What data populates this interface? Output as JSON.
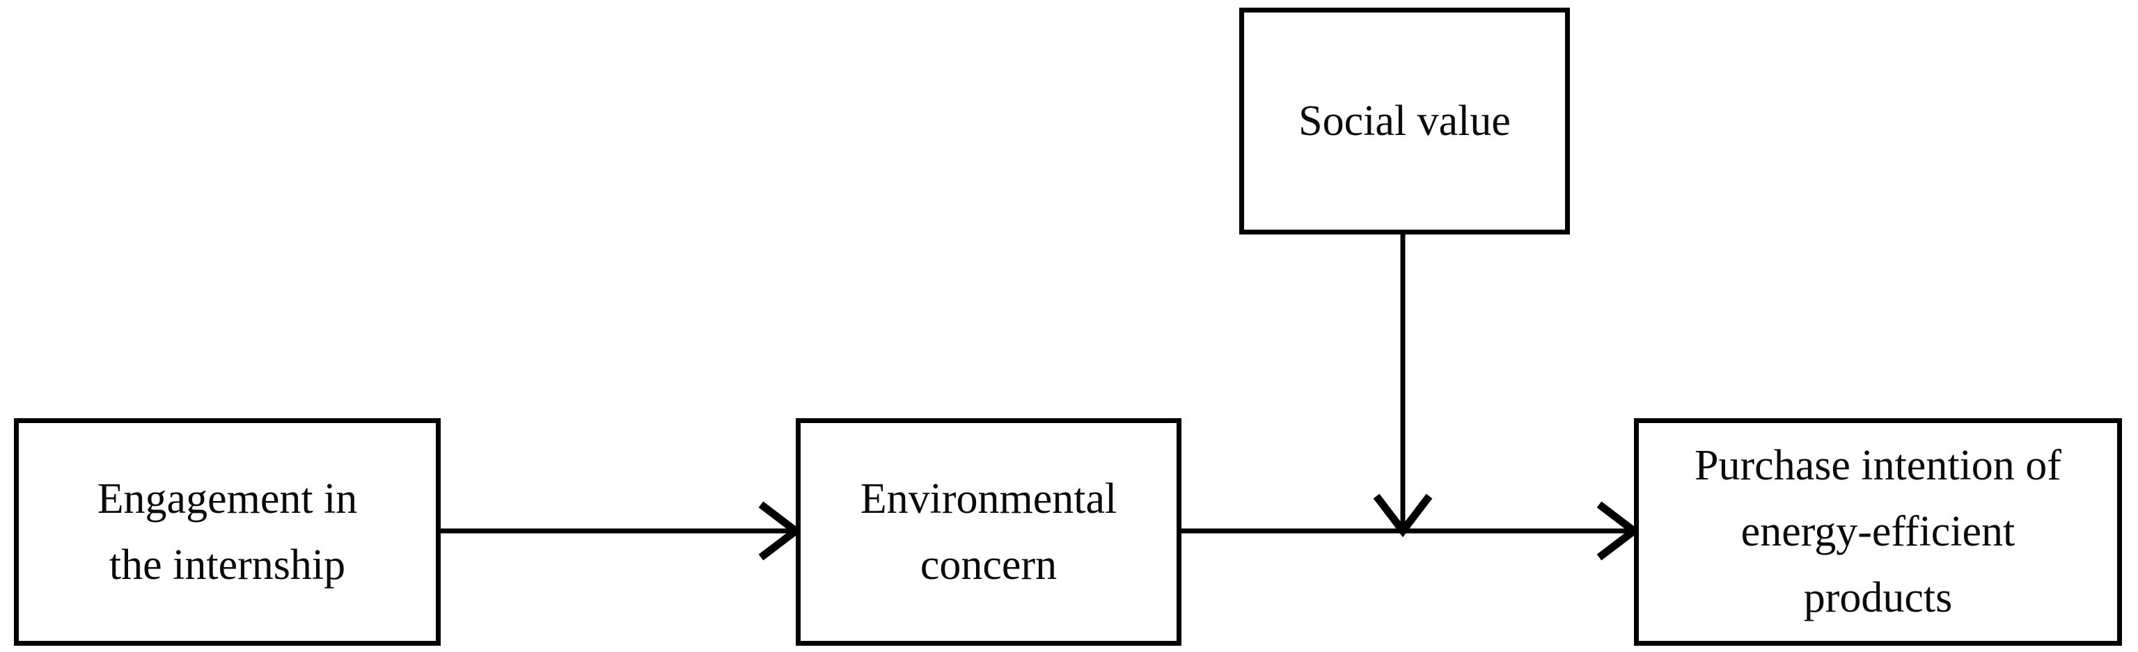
{
  "diagram": {
    "type": "conceptual-research-model",
    "background_color": "#ffffff",
    "line_color": "#000000",
    "text_color": "#0a0a0a",
    "nodes": [
      {
        "id": "social-value",
        "label": "Social value",
        "role": "moderator"
      },
      {
        "id": "engagement",
        "label": "Engagement in\nthe internship",
        "role": "independent-variable"
      },
      {
        "id": "environmental",
        "label": "Environmental\nconcern",
        "role": "mediator"
      },
      {
        "id": "purchase",
        "label": "Purchase intention of\nenergy-efficient\nproducts",
        "role": "dependent-variable"
      }
    ],
    "edges": [
      {
        "id": "engagement-to-environmental",
        "from": "engagement",
        "to": "environmental",
        "style": "solid-arrow",
        "direction": "horizontal-right"
      },
      {
        "id": "environmental-to-purchase",
        "from": "environmental",
        "to": "purchase",
        "style": "solid-arrow",
        "direction": "horizontal-right"
      },
      {
        "id": "social-value-moderation",
        "from": "social-value",
        "to": "environmental-to-purchase",
        "style": "solid-arrow",
        "direction": "vertical-down"
      }
    ]
  }
}
